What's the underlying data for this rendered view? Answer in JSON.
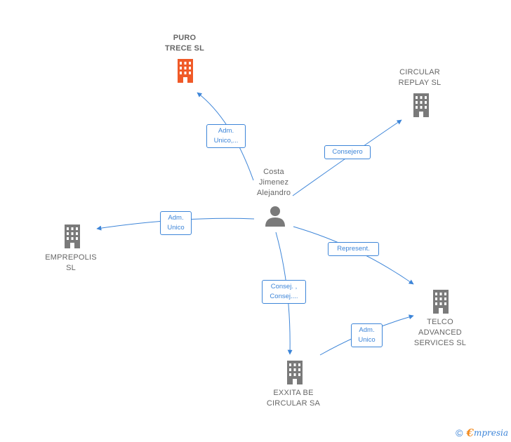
{
  "colors": {
    "edge": "#3d85d8",
    "building_default": "#7a7a7a",
    "building_highlight": "#f05a28",
    "person": "#7a7a7a"
  },
  "person": {
    "lines": [
      "Costa",
      "Jimenez",
      "Alejandro"
    ],
    "icon": "person-icon"
  },
  "companies": [
    {
      "id": "puro",
      "lines": [
        "PURO",
        "TRECE  SL"
      ],
      "highlight": true,
      "icon": "building-icon"
    },
    {
      "id": "circular",
      "lines": [
        "CIRCULAR",
        "REPLAY  SL"
      ],
      "highlight": false,
      "icon": "building-icon"
    },
    {
      "id": "emprepolis",
      "lines": [
        "EMPREPOLIS",
        "SL"
      ],
      "highlight": false,
      "icon": "building-icon"
    },
    {
      "id": "telco",
      "lines": [
        "TELCO",
        "ADVANCED",
        "SERVICES  SL"
      ],
      "highlight": false,
      "icon": "building-icon"
    },
    {
      "id": "exxita",
      "lines": [
        "EXXITA BE",
        "CIRCULAR SA"
      ],
      "highlight": false,
      "icon": "building-icon"
    }
  ],
  "edges": [
    {
      "id": "e-puro",
      "lines": [
        "Adm.",
        "Unico,..."
      ]
    },
    {
      "id": "e-circular",
      "lines": [
        "Consejero"
      ]
    },
    {
      "id": "e-emprepolis",
      "lines": [
        "Adm.",
        "Unico"
      ]
    },
    {
      "id": "e-telco",
      "lines": [
        "Represent."
      ]
    },
    {
      "id": "e-exxita",
      "lines": [
        "Consej. ,",
        "Consej...."
      ]
    },
    {
      "id": "e-exxita-telco",
      "lines": [
        "Adm.",
        "Unico"
      ]
    }
  ],
  "footer": {
    "copyright": "©",
    "brand_first": "€",
    "brand_rest": "mpresia"
  }
}
